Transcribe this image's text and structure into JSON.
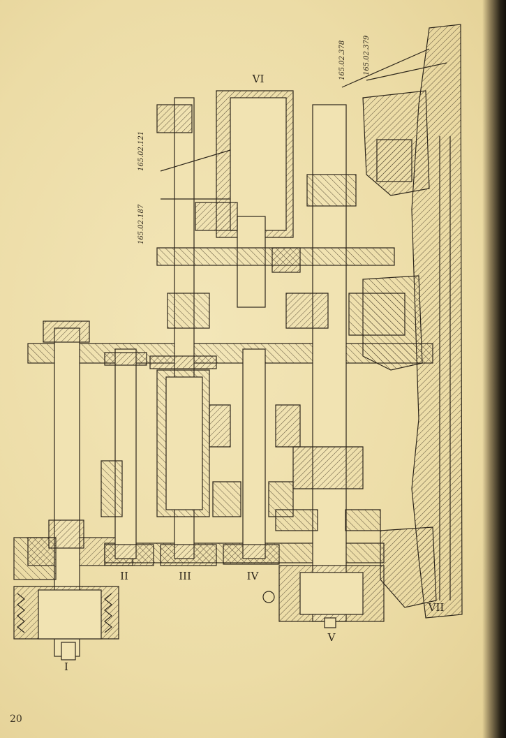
{
  "page_number": "20",
  "shafts": [
    {
      "id": "I",
      "label": "I"
    },
    {
      "id": "II",
      "label": "II"
    },
    {
      "id": "III",
      "label": "III"
    },
    {
      "id": "IV",
      "label": "IV"
    },
    {
      "id": "V",
      "label": "V"
    },
    {
      "id": "VI",
      "label": "VI"
    },
    {
      "id": "VII",
      "label": "VII"
    }
  ],
  "part_numbers": [
    {
      "id": "p121",
      "text": "165.02.121"
    },
    {
      "id": "p187",
      "text": "165.02.187"
    },
    {
      "id": "p378",
      "text": "165.02.378"
    },
    {
      "id": "p379",
      "text": "165.02.379"
    }
  ],
  "colors": {
    "paper": "#efe0ad",
    "ink": "#2d261b",
    "hatch": "#4a3f2c"
  }
}
